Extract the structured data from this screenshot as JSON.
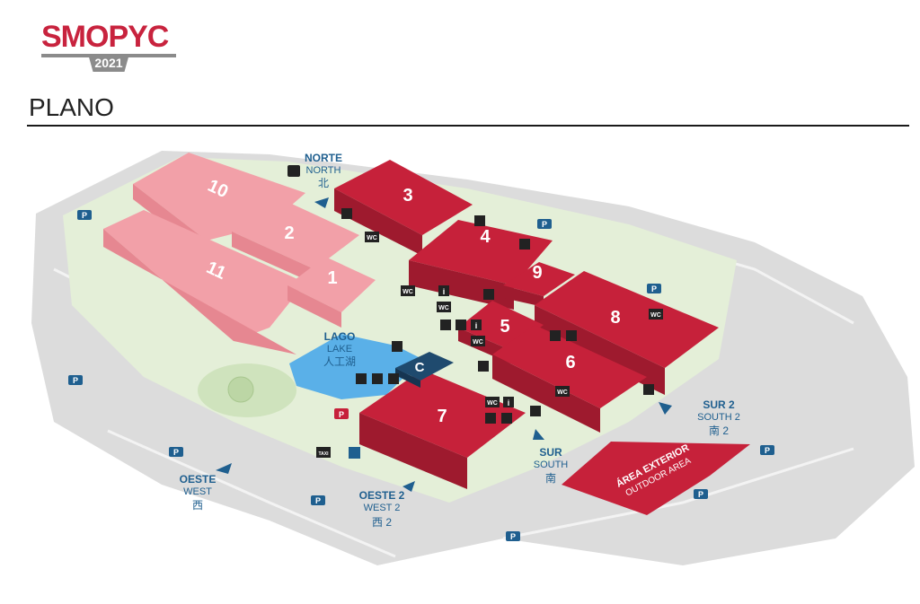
{
  "header": {
    "logo_text": "SMOPYC",
    "logo_year": "2021",
    "page_title": "PLANO"
  },
  "colors": {
    "hall_dark": "#c6213a",
    "hall_light": "#f2a0a8",
    "ground": "#d9d9d9",
    "green": "#e4efd8",
    "lake": "#5ab0e8",
    "entrance_label": "#1f5f8f"
  },
  "halls": {
    "h1": "1",
    "h2": "2",
    "h3": "3",
    "h4": "4",
    "h5": "5",
    "h6": "6",
    "h7": "7",
    "h8": "8",
    "h9": "9",
    "h10": "10",
    "h11": "11",
    "c": "C"
  },
  "outdoor": {
    "line1": "ÁREA EXTERIOR",
    "line2": "OUTDOOR AREA"
  },
  "lake": {
    "es": "LAGO",
    "en": "LAKE",
    "zh": "人工湖"
  },
  "entrances": {
    "north": {
      "es": "NORTE",
      "en": "NORTH",
      "zh": "北"
    },
    "south": {
      "es": "SUR",
      "en": "SOUTH",
      "zh": "南"
    },
    "south2": {
      "es": "SUR 2",
      "en": "SOUTH 2",
      "zh": "南 2"
    },
    "west": {
      "es": "OESTE",
      "en": "WEST",
      "zh": "西"
    },
    "west2": {
      "es": "OESTE 2",
      "en": "WEST 2",
      "zh": "西 2"
    }
  },
  "icons": {
    "parking": "P",
    "wc": "WC",
    "info": "i",
    "taxi": "TAXI"
  }
}
